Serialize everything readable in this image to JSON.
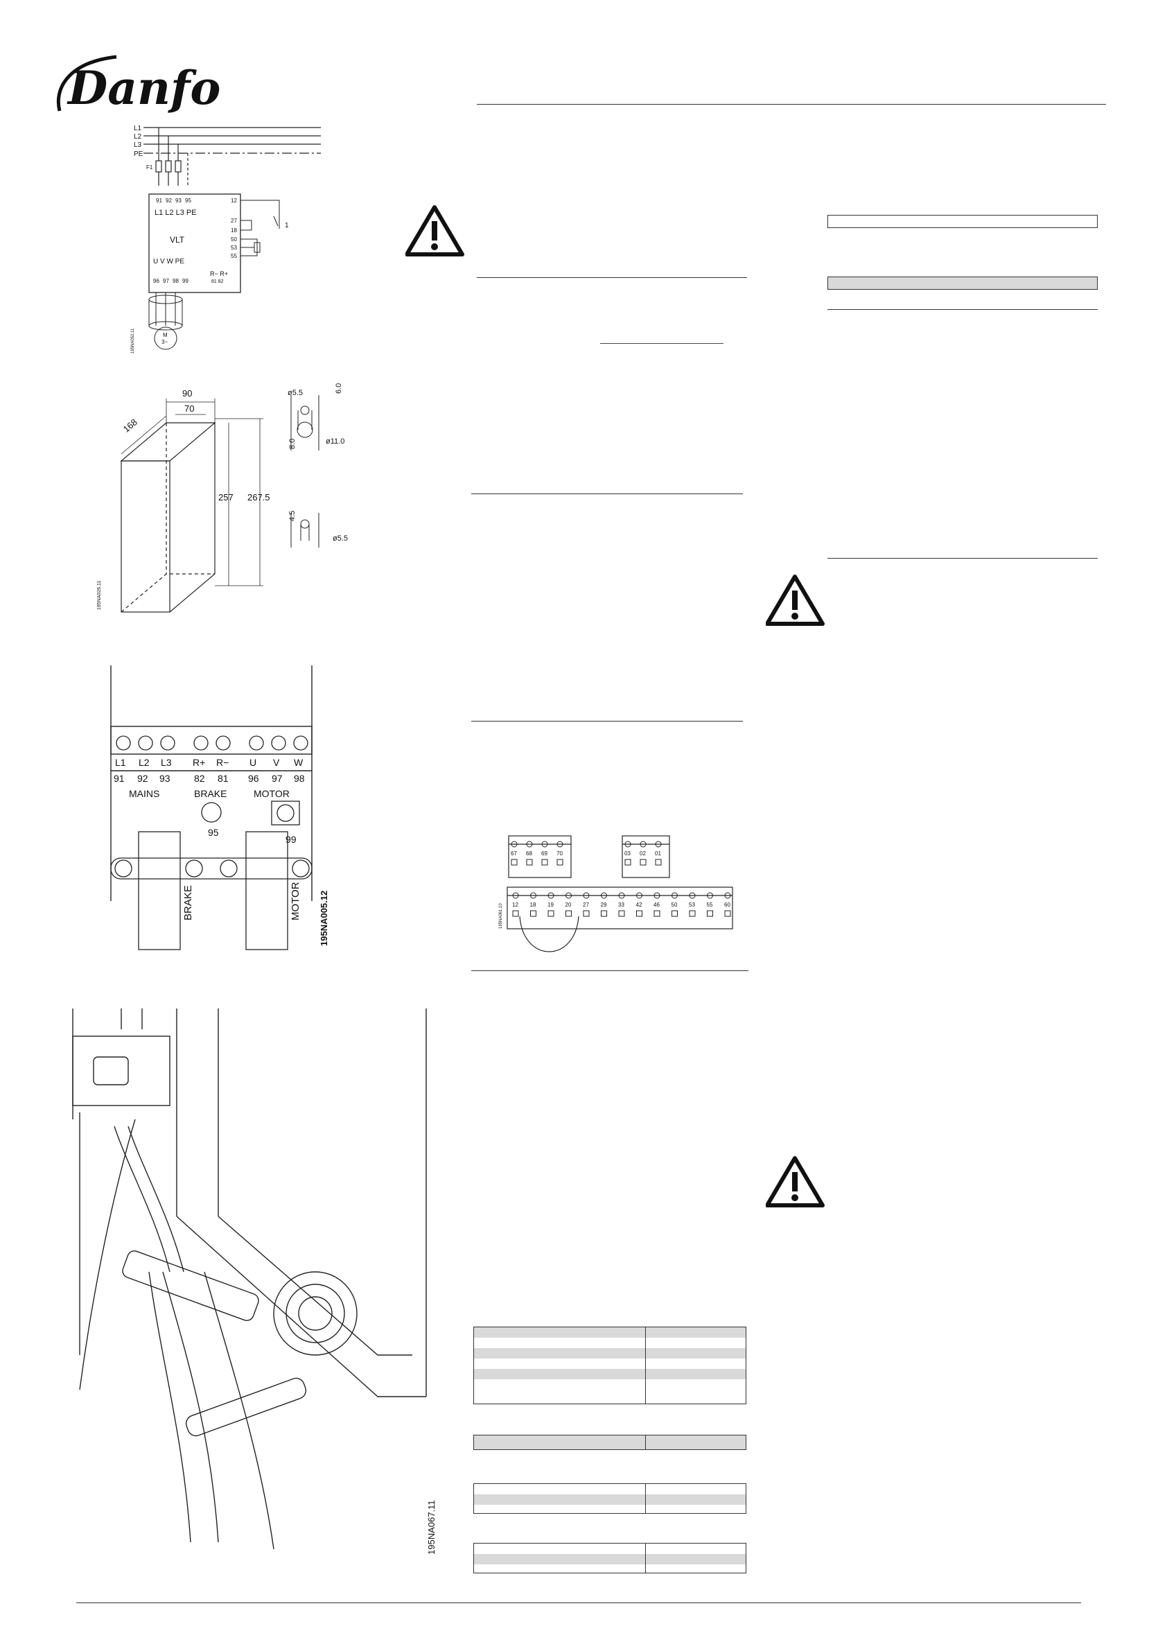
{
  "brand": {
    "logo_text": "Danfoss"
  },
  "wiring_diagram": {
    "lines": [
      "L1",
      "L2",
      "L3",
      "PE"
    ],
    "fuse_label": "F1",
    "input_terminals": [
      "91",
      "92",
      "93",
      "95"
    ],
    "input_labels": "L1 L2 L3 PE",
    "unit_label": "VLT",
    "output_labels": "U  V  W PE",
    "output_terminals": [
      "96",
      "97",
      "98",
      "99"
    ],
    "brake_labels": "R−  R+",
    "brake_terminals": "81  82",
    "control_terminals": [
      "12",
      "27",
      "18",
      "50",
      "53",
      "55"
    ],
    "switch_number": "1",
    "motor_label": "M",
    "motor_phase": "3~",
    "code": "195NA052.11"
  },
  "dimension_drawing": {
    "depth": "168",
    "width_outer": "90",
    "width_inner": "70",
    "height_1": "257",
    "height_2": "267.5",
    "hole_dia_small": "ø5.5",
    "hole_offset": "6.0",
    "hole_dia_large": "ø11.0",
    "slot_height": "8.0",
    "bottom_offset": "4.5",
    "bottom_hole_dia": "ø5.5",
    "code": "195NA026.11"
  },
  "terminal_drawing": {
    "top_labels": [
      "L1",
      "L2",
      "L3",
      "R+",
      "R−",
      "U",
      "V",
      "W"
    ],
    "numbers": [
      "91",
      "92",
      "93",
      "82",
      "81",
      "96",
      "97",
      "98"
    ],
    "group_mains": "MAINS",
    "group_brake": "BRAKE",
    "group_motor": "MOTOR",
    "ground_1": "95",
    "ground_2": "99",
    "cable_brake": "BRAKE",
    "cable_motor": "MOTOR",
    "code": "195NA005.12"
  },
  "control_terminals": {
    "relay_1": [
      "67",
      "68",
      "69",
      "70"
    ],
    "relay_2": [
      "03",
      "02",
      "01"
    ],
    "main_row": [
      "12",
      "18",
      "19",
      "20",
      "27",
      "29",
      "33",
      "42",
      "46",
      "50",
      "53",
      "55",
      "60"
    ],
    "code": "195NA061.10"
  },
  "installation_photo": {
    "code": "195NA067.11"
  }
}
